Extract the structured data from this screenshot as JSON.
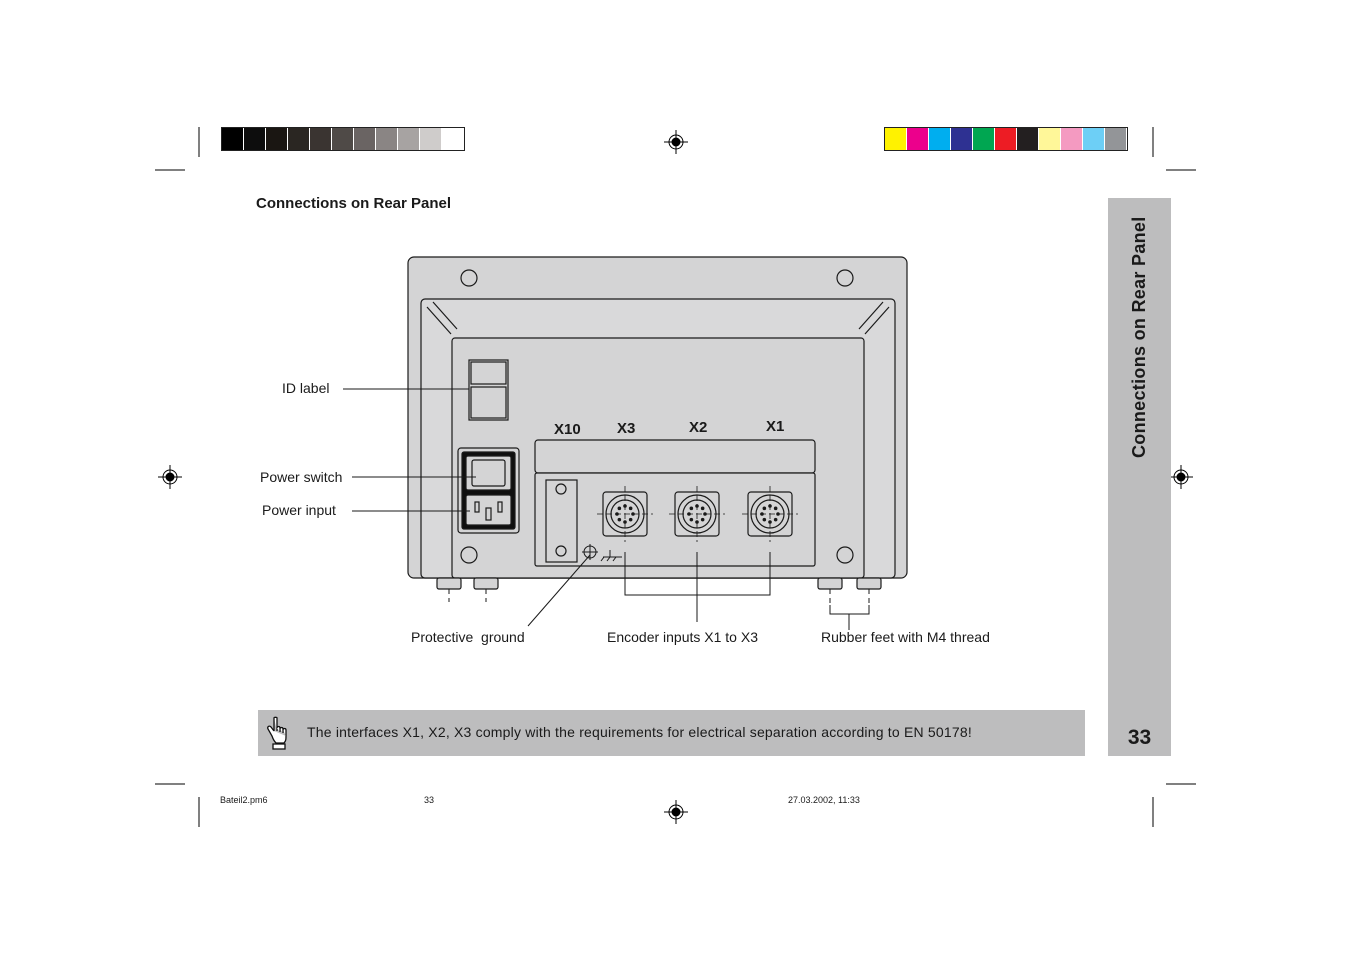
{
  "page": {
    "title": "Connections on Rear Panel",
    "side_title": "Connections on Rear Panel",
    "page_number": "33"
  },
  "diagram": {
    "connectors": [
      "X10",
      "X3",
      "X2",
      "X1"
    ],
    "labels": {
      "id_label": "ID label",
      "power_switch": "Power switch",
      "power_input": "Power input",
      "protective_ground": "Protective  ground",
      "encoder_inputs": "Encoder inputs X1 to X3",
      "rubber_feet": "Rubber feet with M4 thread"
    }
  },
  "note": {
    "icon": "pointing-hand-icon",
    "text": "The interfaces X1, X2, X3 comply with the requirements for electrical separation according to EN 50178!"
  },
  "footer": {
    "file": "Bateil2.pm6",
    "page": "33",
    "datetime": "27.03.2002, 11:33"
  },
  "print_marks": {
    "gray_bars": [
      "#000000",
      "#0d0d0d",
      "#1a1612",
      "#2a2622",
      "#3a3431",
      "#4f4a47",
      "#6a6463",
      "#8a8584",
      "#a7a3a2",
      "#cfcccb",
      "#ffffff"
    ],
    "color_bars": [
      "#fff200",
      "#ec008c",
      "#00aeef",
      "#2e3192",
      "#00a651",
      "#ed1c24",
      "#231f20",
      "#fff799",
      "#f49ac1",
      "#6dcff6",
      "#939598"
    ]
  }
}
